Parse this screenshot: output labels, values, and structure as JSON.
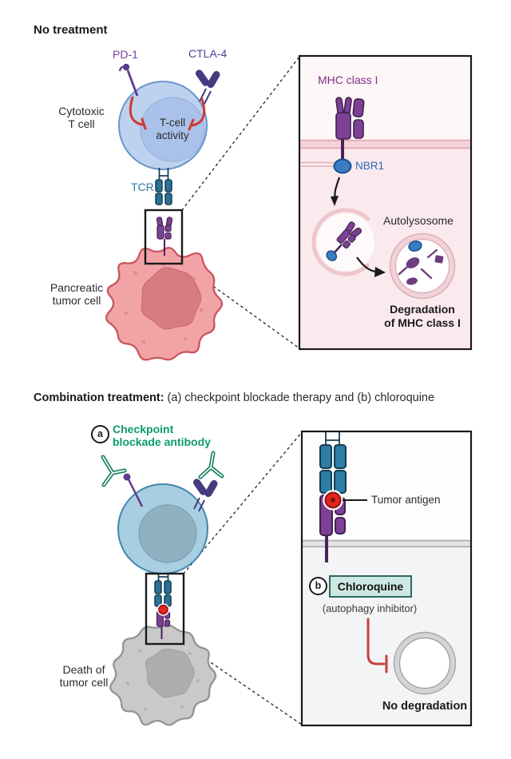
{
  "colors": {
    "mhc_purple": "#7c4195",
    "ctla4_indigo": "#463a80",
    "pd1_purple": "#5f3a8e",
    "tcr_teal": "#2b7096",
    "antibody_green": "#17805f",
    "green_label": "#0c9b6b",
    "inhibition_red": "#cf3a30",
    "tumor_antigen_red": "#e3251d",
    "nbr1_blue": "#3b7dc4",
    "t_cell_blue": "#bcd2ee",
    "t_cell_blue_2": "#a8cee1",
    "tumor_pink": "#f2a3a6",
    "tumor_gray": "#c9c9c9",
    "inset_pink_bg": "#faeaed"
  },
  "no_treatment": {
    "title": "No treatment",
    "pd1": "PD-1",
    "ctla4": "CTLA-4",
    "cytotoxic": "Cytotoxic\nT cell",
    "activity": "T-cell\nactivity",
    "tcr": "TCR",
    "tumor": "Pancreatic\ntumor cell",
    "inset": {
      "mhc": "MHC class I",
      "nbr1": "NBR1",
      "autolysosome": "Autolysosome",
      "degradation": "Degradation\nof MHC class I"
    }
  },
  "heading": {
    "bold": "Combination treatment:",
    "rest": " (a) checkpoint blockade therapy and (b) chloroquine"
  },
  "combination": {
    "badge_a": "a",
    "antibody": "Checkpoint\nblockade antibody",
    "tumor": "Death of\ntumor cell",
    "inset": {
      "antigen": "Tumor antigen",
      "badge_b": "b",
      "chloroquine": "Chloroquine",
      "inhibitor": "(autophagy inhibitor)",
      "no_degradation": "No degradation"
    }
  }
}
